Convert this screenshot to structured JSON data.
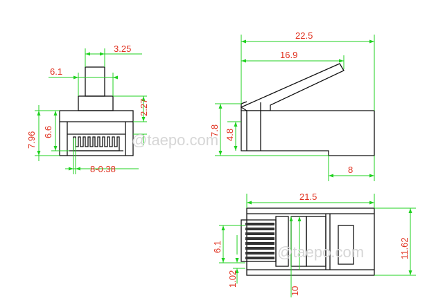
{
  "watermark": "@taepo.com",
  "colors": {
    "outline": "#111111",
    "dimension_line": "#1fd11f",
    "dimension_text": "#e0301e",
    "watermark": "#d6d6d6"
  },
  "front_view": {
    "latch_width": "3.25",
    "latch_height": "6.1",
    "latch_step": "2.27",
    "body_height": "7.96",
    "contact_height": "6.6",
    "pin_pitch": "8-0.38"
  },
  "side_view": {
    "overall_length": "22.5",
    "latch_length": "16.9",
    "height": "7.8",
    "inner_height": "4.8",
    "tail_length": "8"
  },
  "top_view": {
    "body_length": "21.5",
    "width": "11.62",
    "contact_span": "6.1",
    "contact_pitch": "1.02",
    "window_offset": "10"
  }
}
